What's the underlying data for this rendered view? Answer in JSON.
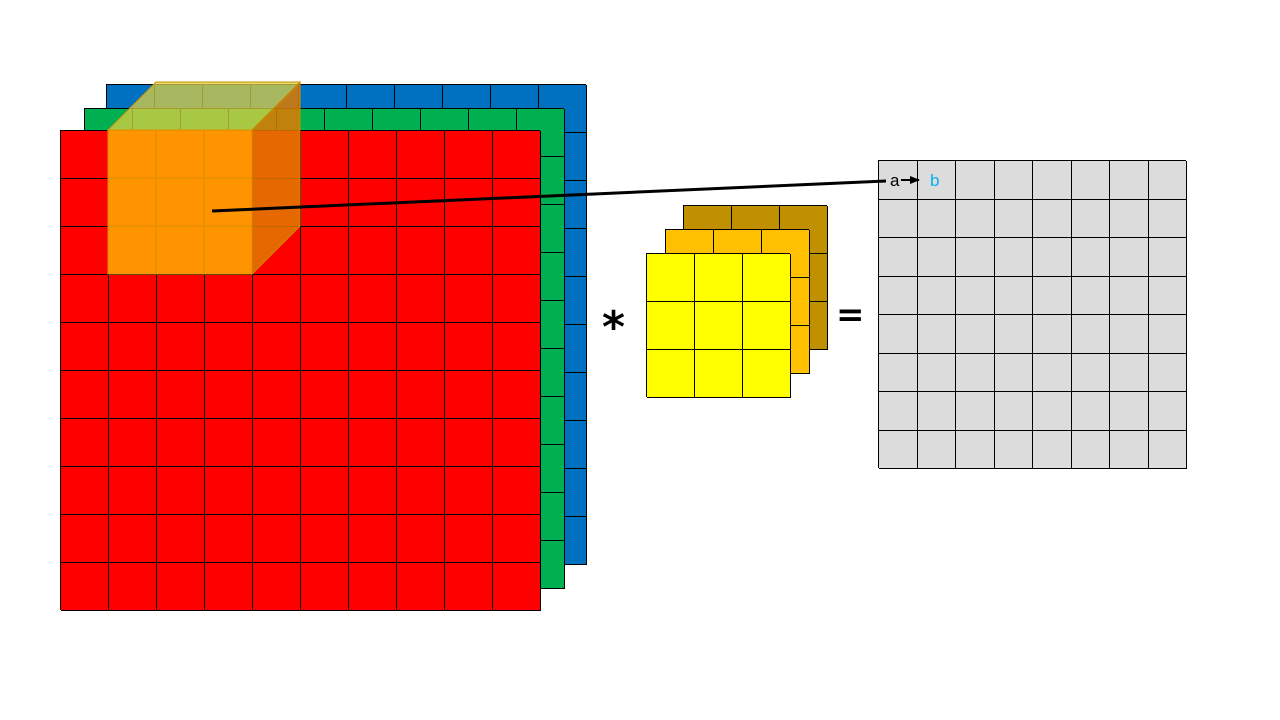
{
  "diagram": {
    "input": {
      "rows": 10,
      "cols": 10,
      "channel_colors": [
        "#0070C0",
        "#00B050",
        "#FF0000"
      ]
    },
    "receptive_field": {
      "size": 3,
      "front_color": "#FFA000",
      "side_color": "#E07A00",
      "top_color": "#E0D040"
    },
    "kernel": {
      "rows": 3,
      "cols": 3,
      "channel_colors": [
        "#C09000",
        "#FFC000",
        "#FFFF00"
      ]
    },
    "output": {
      "rows": 8,
      "cols": 8,
      "cell_color": "#DCDCDC",
      "cell_a_label": "a",
      "cell_b_label": "b",
      "cell_b_color": "#00B0F0"
    },
    "operators": {
      "convolve": "*",
      "equals": "="
    }
  }
}
